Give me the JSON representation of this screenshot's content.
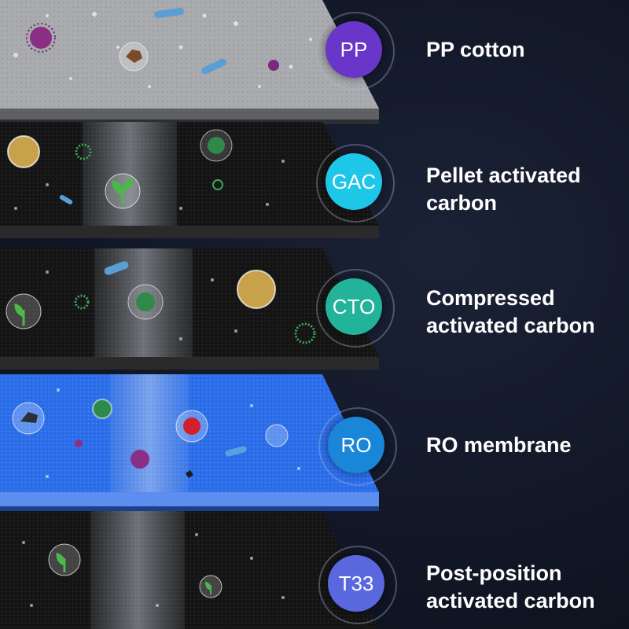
{
  "layers": [
    {
      "code": "PP",
      "label_lines": [
        "PP cotton"
      ],
      "badge_color": "#6a35c9"
    },
    {
      "code": "GAC",
      "label_lines": [
        "Pellet activated",
        "carbon"
      ],
      "badge_color": "#1ec6e8"
    },
    {
      "code": "CTO",
      "label_lines": [
        "Compressed",
        "activated carbon"
      ],
      "badge_color": "#23b39a"
    },
    {
      "code": "RO",
      "label_lines": [
        "RO membrane"
      ],
      "badge_color": "#1a86d8"
    },
    {
      "code": "T33",
      "label_lines": [
        "Post-position",
        "activated carbon"
      ],
      "badge_color": "#5a68e0"
    }
  ],
  "colors": {
    "background": "#111726",
    "layer_pp": "#a9abae",
    "layer_carbon": "#141414",
    "layer_ro": "#2a6ce8",
    "text": "#ffffff"
  },
  "icons": [
    "bacteria-icon",
    "virus-icon",
    "leaf-bubble-icon",
    "rock-icon",
    "water-drop-icon"
  ]
}
